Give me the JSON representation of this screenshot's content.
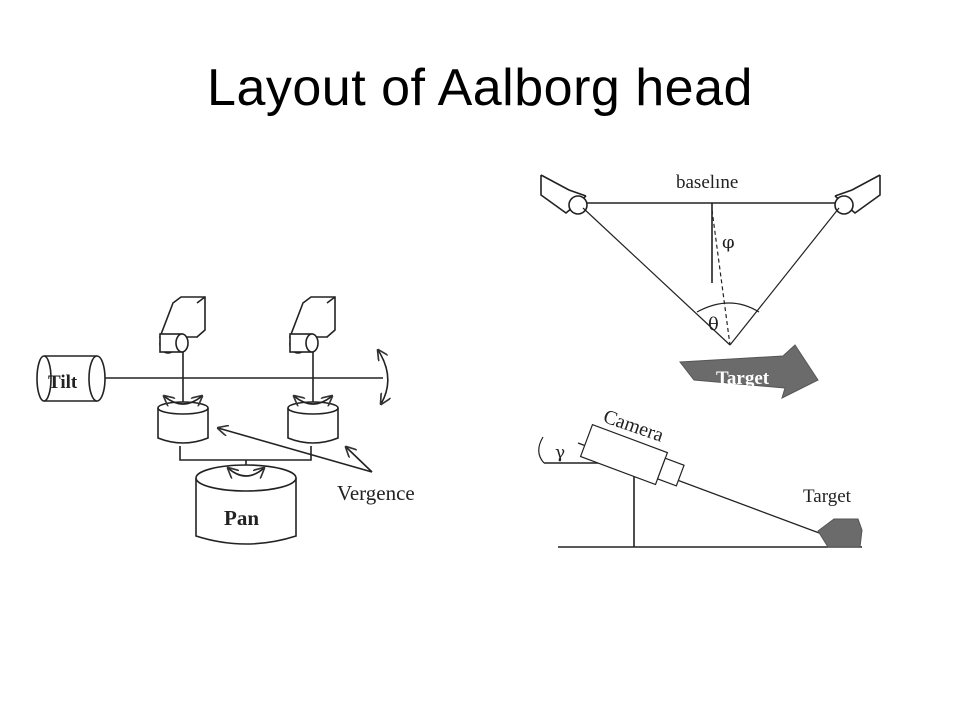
{
  "slide": {
    "title": "Layout of Aalborg head"
  },
  "left_diagram": {
    "tilt_label": "Tilt",
    "pan_label": "Pan",
    "vergence_label": "Vergence"
  },
  "top_right_diagram": {
    "baseline_label": "baselıne",
    "phi_label": "φ",
    "theta_label": "θ",
    "target_label": "Target",
    "target_color": "#6b6b6b"
  },
  "bottom_right_diagram": {
    "gamma_label": "γ",
    "camera_label": "Camera",
    "target_label": "Target",
    "target_color": "#6b6b6b"
  }
}
